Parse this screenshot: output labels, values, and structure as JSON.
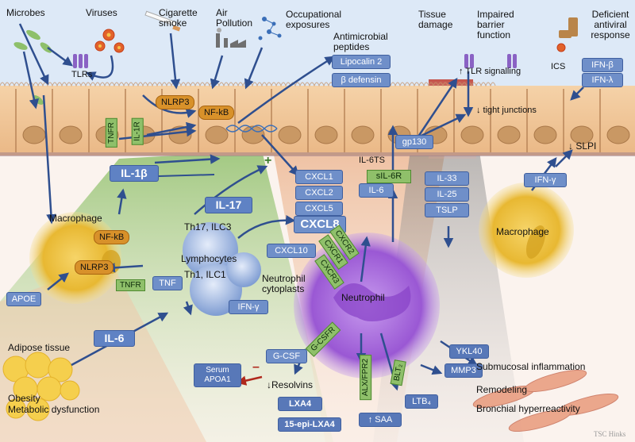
{
  "triggers": {
    "microbes": "Microbes",
    "viruses": "Viruses",
    "cigarette_smoke": "Cigarette smoke",
    "air_pollution": "Air Pollution",
    "occupational": "Occupational exposures",
    "antimicrobial": "Antimicrobial peptides",
    "tissue_damage": "Tissue damage",
    "impaired_barrier": "Impaired barrier function",
    "deficient_antiviral": "Deficient antiviral response"
  },
  "epithelium": {
    "tlrs": "TLRs",
    "tnfr": "TNFR",
    "il1r": "IL-1R",
    "nlrp3": "NLRP3",
    "nfkb": "NF-kB",
    "lipocalin": "Lipocalin 2",
    "beta_defensin": "β defensin",
    "tlr_signalling": "↑ TLR signalling",
    "tight_junctions": "↓ tight junctions",
    "gp130": "gp130",
    "ics": "ICS",
    "ifn_b": "IFN-β",
    "ifn_l": "IFN-λ",
    "slpi": "↓ SLPI"
  },
  "cytokines": {
    "il1b": "IL-1β",
    "il17": "IL-17",
    "plus": "+",
    "cxcl1": "CXCL1",
    "cxcl2": "CXCL2",
    "cxcl5": "CXCL5",
    "cxcl8": "CXCL8",
    "cxcl10": "CXCL10",
    "il6ts": "IL-6TS",
    "sil6r": "sIL-6R",
    "il6_small": "IL-6",
    "il33": "IL-33",
    "il25": "IL-25",
    "tslp": "TSLP",
    "ifng_right": "IFN-γ"
  },
  "cells": {
    "macrophage_left": "Macrophage",
    "macrophage_right": "Macrophage",
    "m_nfkb": "NF-kB",
    "m_nlrp3": "NLRP3",
    "th17": "Th17, ILC3",
    "lymphocytes": "Lymphocytes",
    "th1": "Th1, ILC1",
    "neutrophil_cytoplasts": "Neutrophil cytoplasts",
    "neutrophil": "Neutrophil",
    "tnfr2": "TNFR",
    "tnf": "TNF",
    "ifng": "IFN-γ",
    "apoe": "APOE"
  },
  "receptors": {
    "cxcr2": "CXCR2",
    "cxcr1": "CXCR1",
    "cxcr3": "CXCR3",
    "gcsfr": "G-CSFR",
    "alxfpr2": "ALX/FPR2",
    "blt2": "BLT₂"
  },
  "lower": {
    "adipose": "Adipose tissue",
    "il6": "IL-6",
    "obesity": "Obesity",
    "metabolic": "Metabolic dysfunction",
    "gcsf": "G-CSF",
    "serum_apoa1": "Serum APOA1",
    "minus": "–",
    "resolvins": "↓Resolvins",
    "lxa4": "LXA4",
    "epi_lxa4": "15-epi-LXA4",
    "saa": "↑ SAA",
    "ltb4": "LTB₄",
    "ykl40": "YKL40",
    "mmp3": "MMP3",
    "submucosal": "Submucosal inflammation",
    "remodeling": "Remodeling",
    "bronchial": "Bronchial hyperreactivity"
  },
  "signature": "TSC Hinks",
  "colors": {
    "arrow": "#2f4f8f",
    "box": "#6f8fc9",
    "orange": "#d8912a",
    "green": "#8fc06a",
    "epithelium": "#f3c79b",
    "neutrophil": "#a46ad8",
    "macrophage": "#e8b832"
  }
}
